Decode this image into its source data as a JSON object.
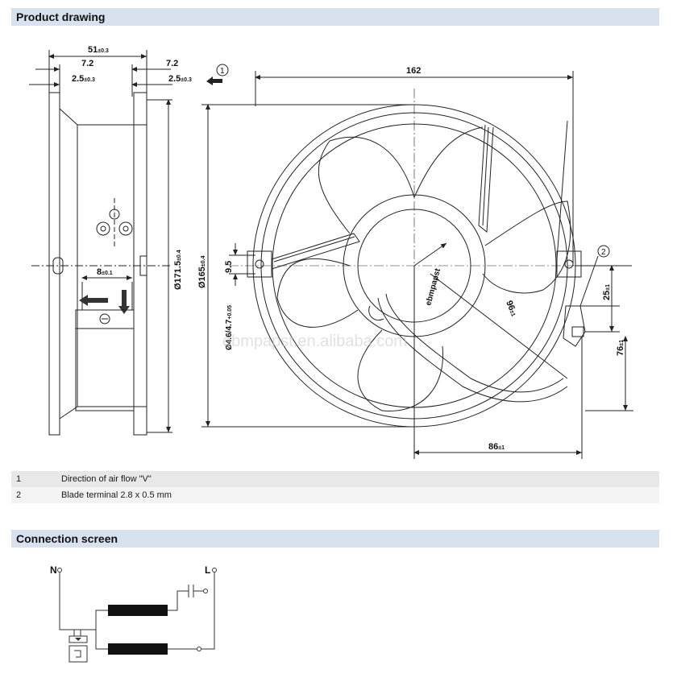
{
  "sections": {
    "product_drawing": "Product drawing",
    "connection_screen": "Connection screen"
  },
  "drawing": {
    "dims": {
      "width": "51",
      "width_tol": "±0.3",
      "offset_left": "7.2",
      "offset_right": "7.2",
      "flange_left": "2.5",
      "flange_left_tol": "±0.3",
      "flange_right": "2.5",
      "flange_right_tol": "±0.3",
      "terminal_width": "8",
      "terminal_width_tol": "±0.1",
      "side_dia": "Ø171.5",
      "side_dia_tol": "±0.4",
      "front_width": "162",
      "front_dia": "Ø165",
      "front_dia_tol": "±0.4",
      "hole_pitch": "9.5",
      "hole_dia": "Ø4.6/4.7",
      "hole_dia_tol": "+0.05",
      "radius": "96",
      "radius_tol": "±1",
      "term_h": "25",
      "term_h_tol": "±1",
      "term_v": "76",
      "term_v_tol": "±1",
      "term_offset": "86",
      "term_offset_tol": "±1"
    },
    "callouts": [
      "1",
      "2"
    ],
    "brand": "ebmpapst",
    "watermark": "ebmpapst.en.alibaba.com"
  },
  "legend": [
    {
      "num": "1",
      "text": "Direction of air flow \"V\""
    },
    {
      "num": "2",
      "text": "Blade terminal 2.8 x 0.5 mm"
    }
  ],
  "connection": {
    "n_label": "N",
    "l_label": "L"
  },
  "colors": {
    "section_bar": "#d8e2ee",
    "row_odd": "#e8e8e8",
    "row_even": "#f3f3f3",
    "line": "#222222"
  }
}
